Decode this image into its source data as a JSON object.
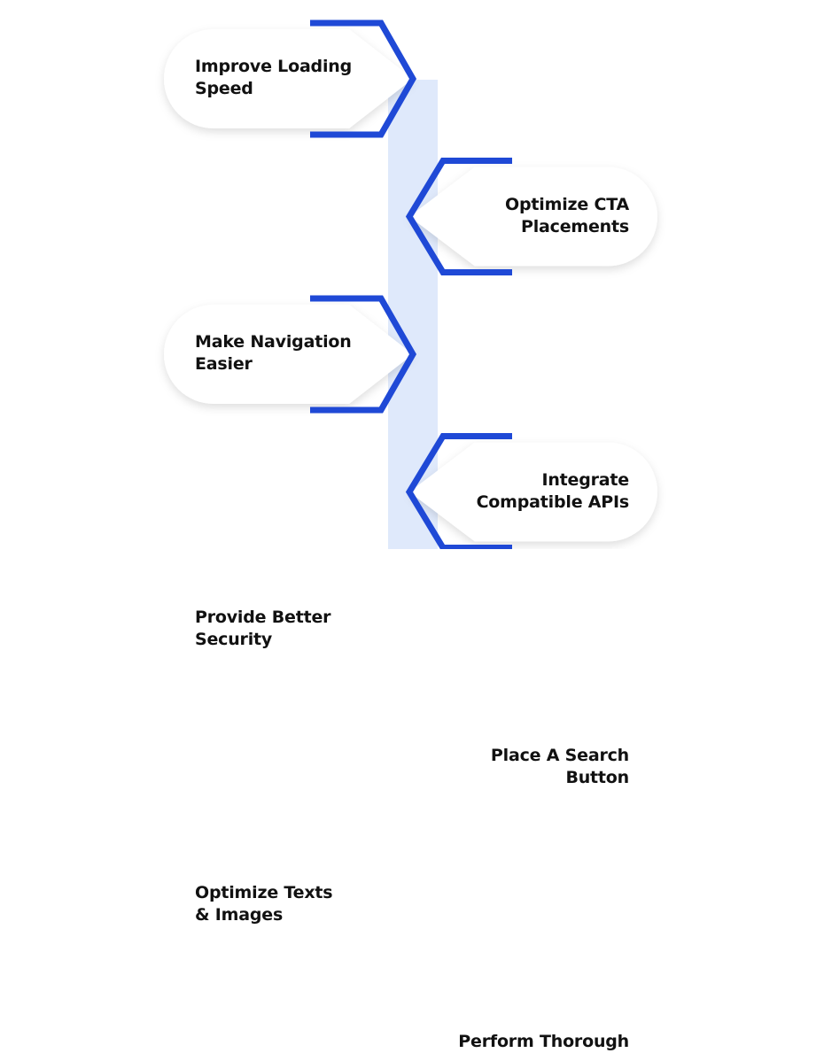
{
  "accent_color": "#1f49d6",
  "connector_color": "#dfe9fb",
  "steps": [
    {
      "label": "Improve Loading\nSpeed",
      "side": "left"
    },
    {
      "label": "Optimize CTA\nPlacements",
      "side": "right"
    },
    {
      "label": "Make Navigation\nEasier",
      "side": "left"
    },
    {
      "label": "Integrate\nCompatible APIs",
      "side": "right"
    },
    {
      "label": "Provide Better\nSecurity",
      "side": "left"
    },
    {
      "label": "Place A Search\nButton",
      "side": "right"
    },
    {
      "label": "Optimize Texts\n& Images",
      "side": "left"
    },
    {
      "label": "Perform Thorough",
      "side": "right"
    }
  ]
}
